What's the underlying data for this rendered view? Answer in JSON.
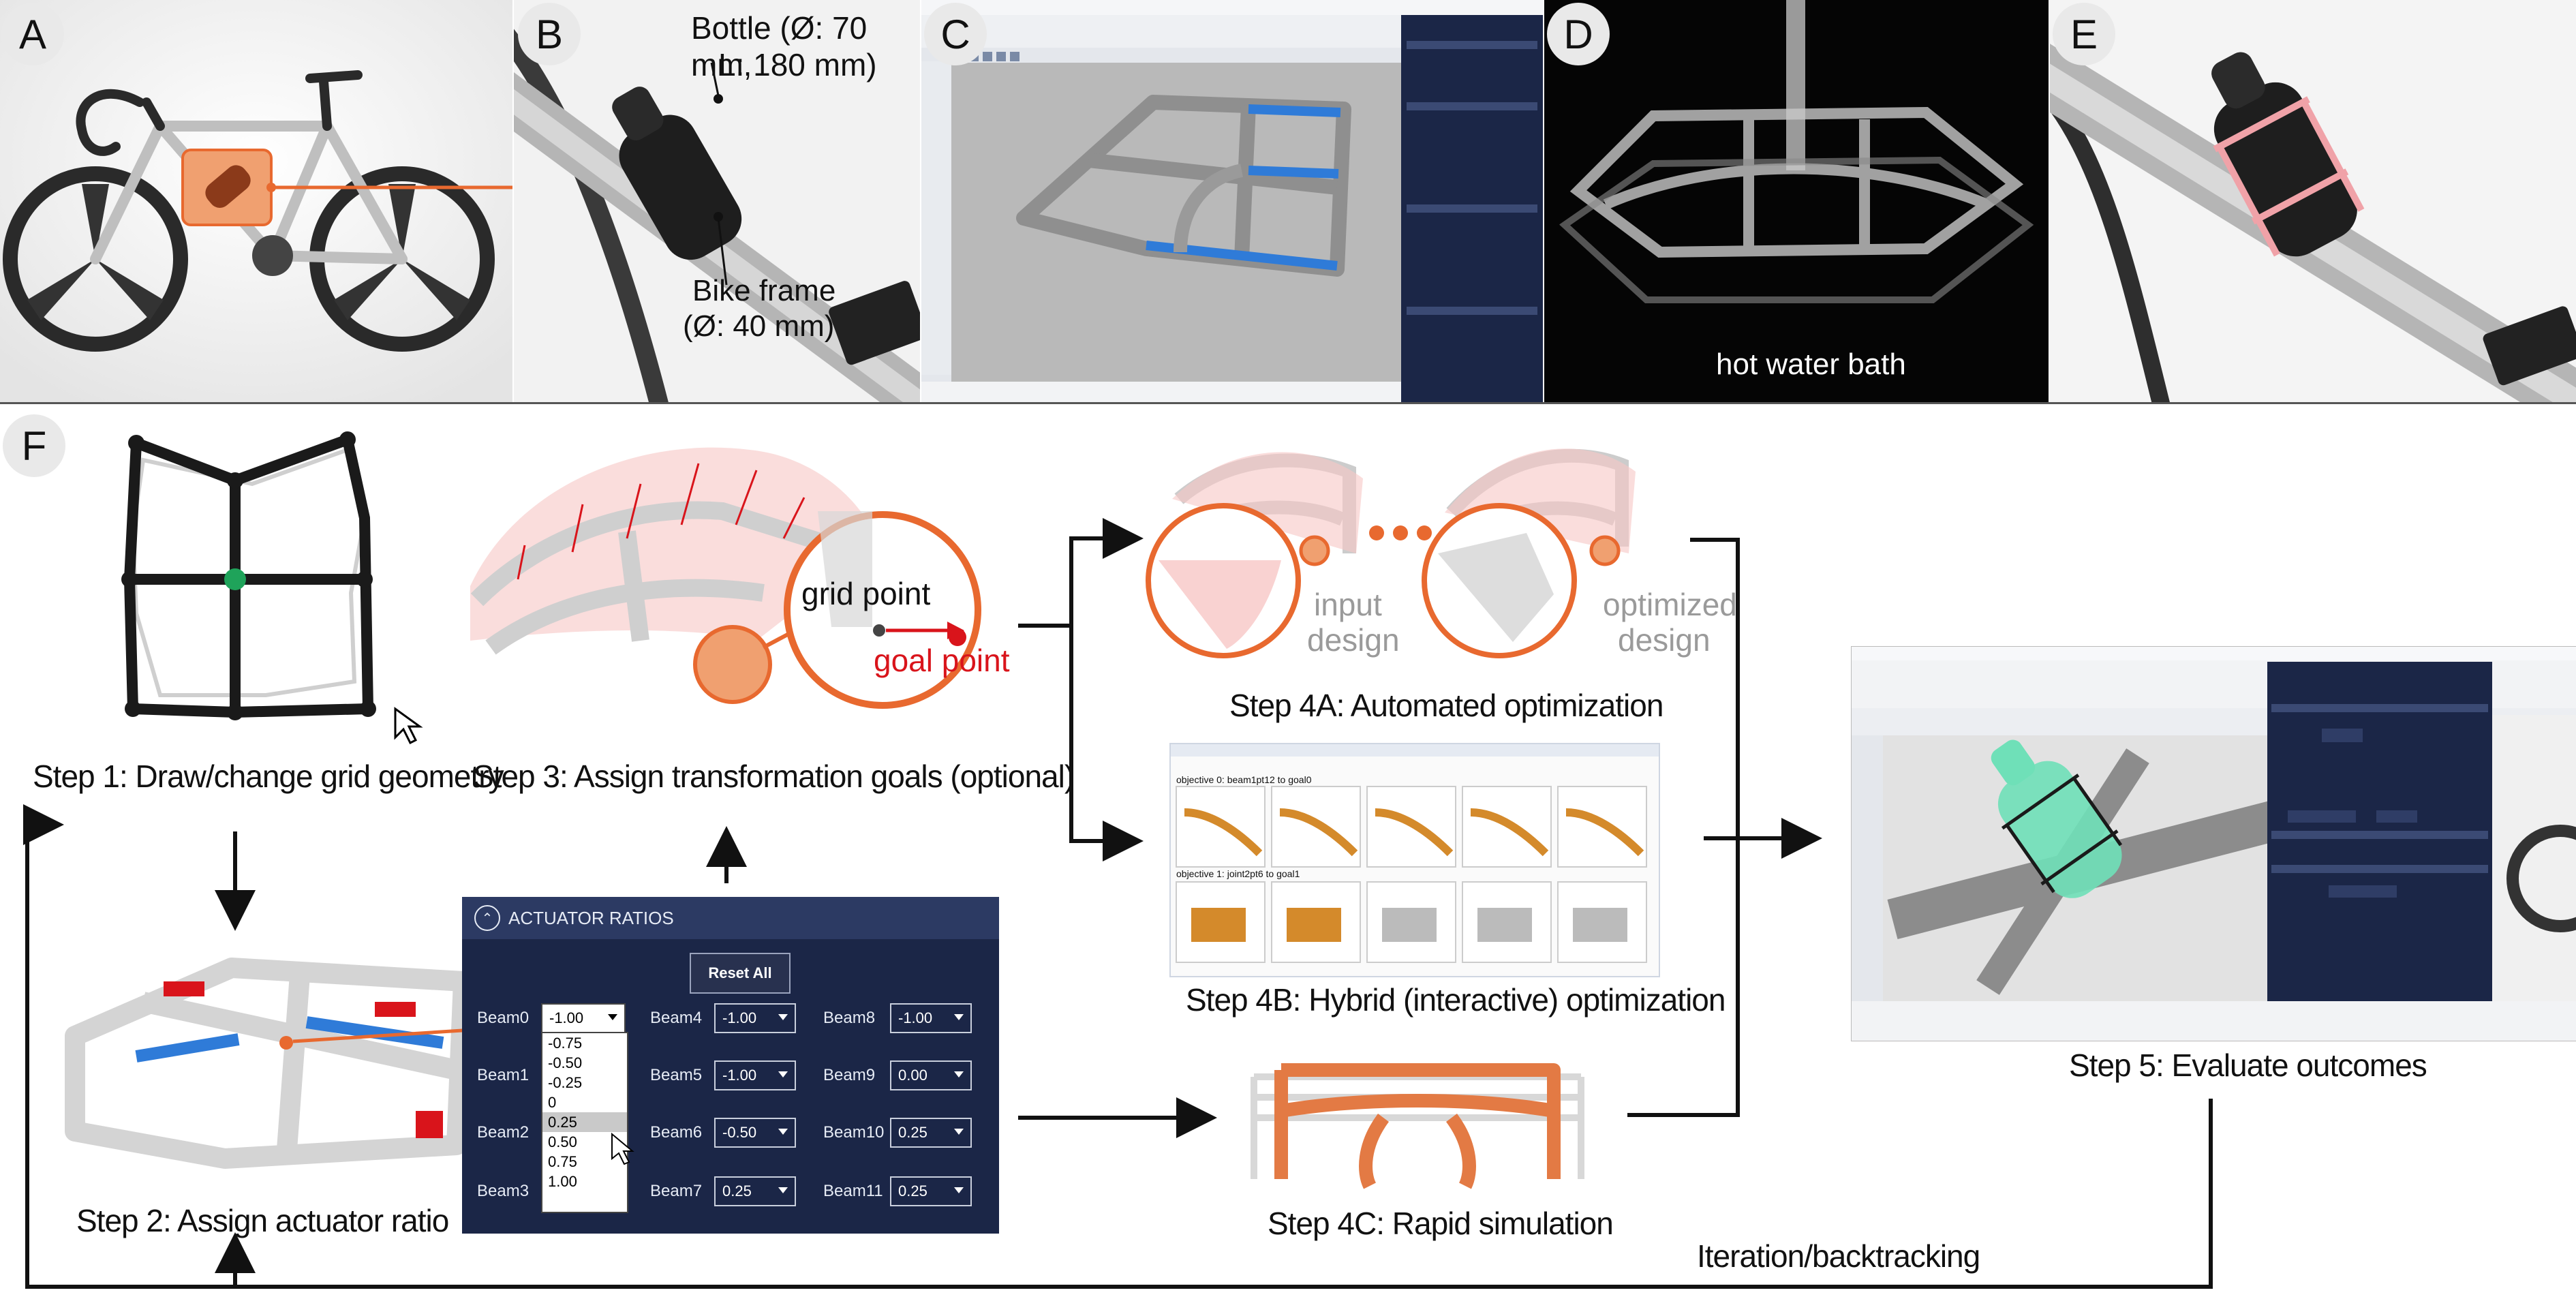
{
  "panel_labels": [
    "A",
    "B",
    "C",
    "D",
    "E",
    "F"
  ],
  "panel_b": {
    "bottle_label": "Bottle (Ø: 70 mm,",
    "bottle_label_2": "L: 180 mm)",
    "frame_label": "Bike frame",
    "frame_label_2": "(Ø: 40 mm)"
  },
  "panel_d": {
    "caption": "hot water bath"
  },
  "steps": {
    "step1": "Step 1: Draw/change grid geometry",
    "step2": "Step 2: Assign actuator ratio",
    "step3": "Step 3: Assign transformation goals (optional)",
    "step4a": "Step 4A: Automated optimization",
    "step4b": "Step 4B: Hybrid (interactive) optimization",
    "step4c": "Step 4C: Rapid simulation",
    "step5": "Step 5: Evaluate outcomes",
    "iteration": "Iteration/backtracking"
  },
  "step3_annotations": {
    "grid_point": "grid point",
    "goal_point": "goal point"
  },
  "step4a_annotations": {
    "input": "input",
    "input_2": "design",
    "optimized": "optimized",
    "optimized_2": "design"
  },
  "actuator_panel": {
    "title": "ACTUATOR RATIOS",
    "reset_label": "Reset All",
    "beams": [
      {
        "name": "Beam0",
        "value": "-1.00"
      },
      {
        "name": "Beam1",
        "value": ""
      },
      {
        "name": "Beam2",
        "value": ""
      },
      {
        "name": "Beam3",
        "value": ""
      },
      {
        "name": "Beam4",
        "value": "-1.00"
      },
      {
        "name": "Beam5",
        "value": "-1.00"
      },
      {
        "name": "Beam6",
        "value": "-0.50"
      },
      {
        "name": "Beam7",
        "value": "0.25"
      },
      {
        "name": "Beam8",
        "value": "-1.00"
      },
      {
        "name": "Beam9",
        "value": "0.00"
      },
      {
        "name": "Beam10",
        "value": "0.25"
      },
      {
        "name": "Beam11",
        "value": "0.25"
      }
    ],
    "dropdown_options": [
      "-1.00",
      "-0.75",
      "-0.50",
      "-0.25",
      "0",
      "0.25",
      "0.50",
      "0.75",
      "1.00"
    ],
    "dropdown_highlight": "0.25"
  },
  "step4b_ui": {
    "objective0": "objective 0: beam1pt12 to goal0",
    "objective1": "objective 1: joint2pt6 to goal1"
  },
  "colors": {
    "orange": "#e8692f",
    "blue": "#2f7bd8",
    "red_goal": "#d9141b",
    "green_point": "#1fa35a",
    "panel_navy": "#1b2647",
    "pink_holder": "#f0a2a8",
    "teal_bottle": "#6fe0b8"
  }
}
